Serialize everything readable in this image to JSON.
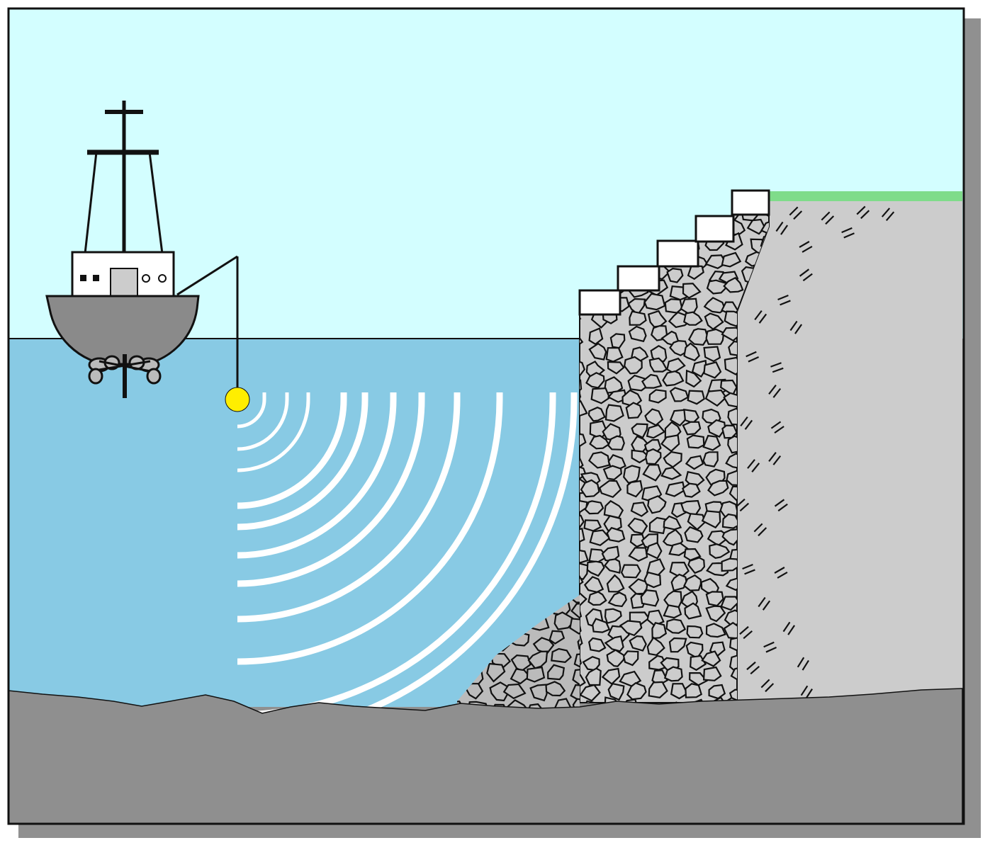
{
  "diagram": {
    "kind": "illustration",
    "elements": [
      "survey-boat",
      "mast-icon",
      "cable",
      "sonar-transducer",
      "sound-waves",
      "water",
      "rubble-mound",
      "stone-breakwater",
      "backfill",
      "concrete-steps",
      "seabed",
      "grass-strip"
    ]
  },
  "colors": {
    "sky": "#d3feff",
    "water": "#88cae4",
    "seabed": "#8f8f8f",
    "backfill": "#cccccc",
    "rubble": "#bbbbbb",
    "hull": "#8a8a8a",
    "cabin": "#ffffff",
    "transducer": "#ffee00",
    "waves": "#ffffff",
    "grass": "#7fdc8a",
    "outline": "#111111",
    "shadow": "#909090"
  }
}
